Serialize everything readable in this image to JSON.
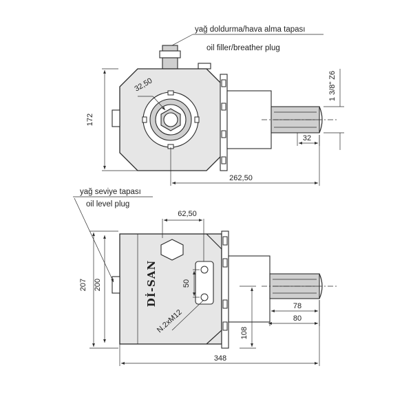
{
  "top_view": {
    "callout_tr": "yağ doldurma/hava alma tapası",
    "callout_en": "oil filler/breather plug",
    "dim_height": "172",
    "dim_bore": "32,50",
    "dim_spline": "1 3/8\" Z6",
    "dim_shaft": "32",
    "dim_length": "262,50"
  },
  "side_view": {
    "callout_tr": "yağ seviye tapası",
    "callout_en": "oil level plug",
    "dim_offset": "62,50",
    "dim_total_height": "207",
    "dim_body_height": "200",
    "dim_bolt_spacing": "50",
    "dim_shaft_78": "78",
    "dim_shaft_80": "80",
    "dim_axis_height": "108",
    "dim_total_length": "348",
    "thread_label": "N.2xM12",
    "brand": "Dİ-SAN"
  }
}
